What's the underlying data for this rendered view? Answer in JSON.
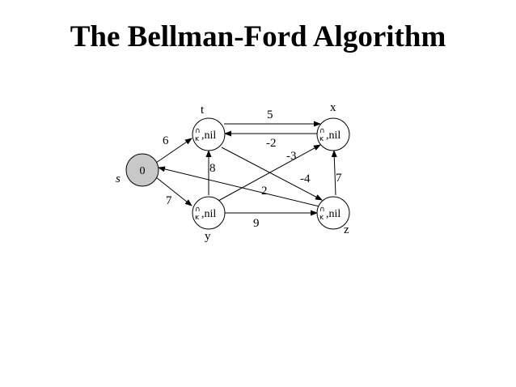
{
  "title": "The Bellman-Ford Algorithm",
  "glyph": {
    "top": "∩",
    "bottom": "ĸ"
  },
  "nodes": {
    "s": {
      "name": "s",
      "value": "0"
    },
    "t": {
      "name": "t",
      "value": ",nil"
    },
    "x": {
      "name": "x",
      "value": ",nil"
    },
    "y": {
      "name": "y",
      "value": ",nil"
    },
    "z": {
      "name": "z",
      "value": ",nil"
    }
  },
  "edges": {
    "s_t": "6",
    "s_y": "7",
    "t_x": "5",
    "x_t": "-2",
    "y_x": "-3",
    "t_z": "-4",
    "y_t": "8",
    "z_s": "2",
    "z_x": "7",
    "y_z": "9"
  },
  "colors": {
    "source_fill": "#c8c8c8",
    "node_fill": "#ffffff",
    "stroke": "#000000"
  }
}
